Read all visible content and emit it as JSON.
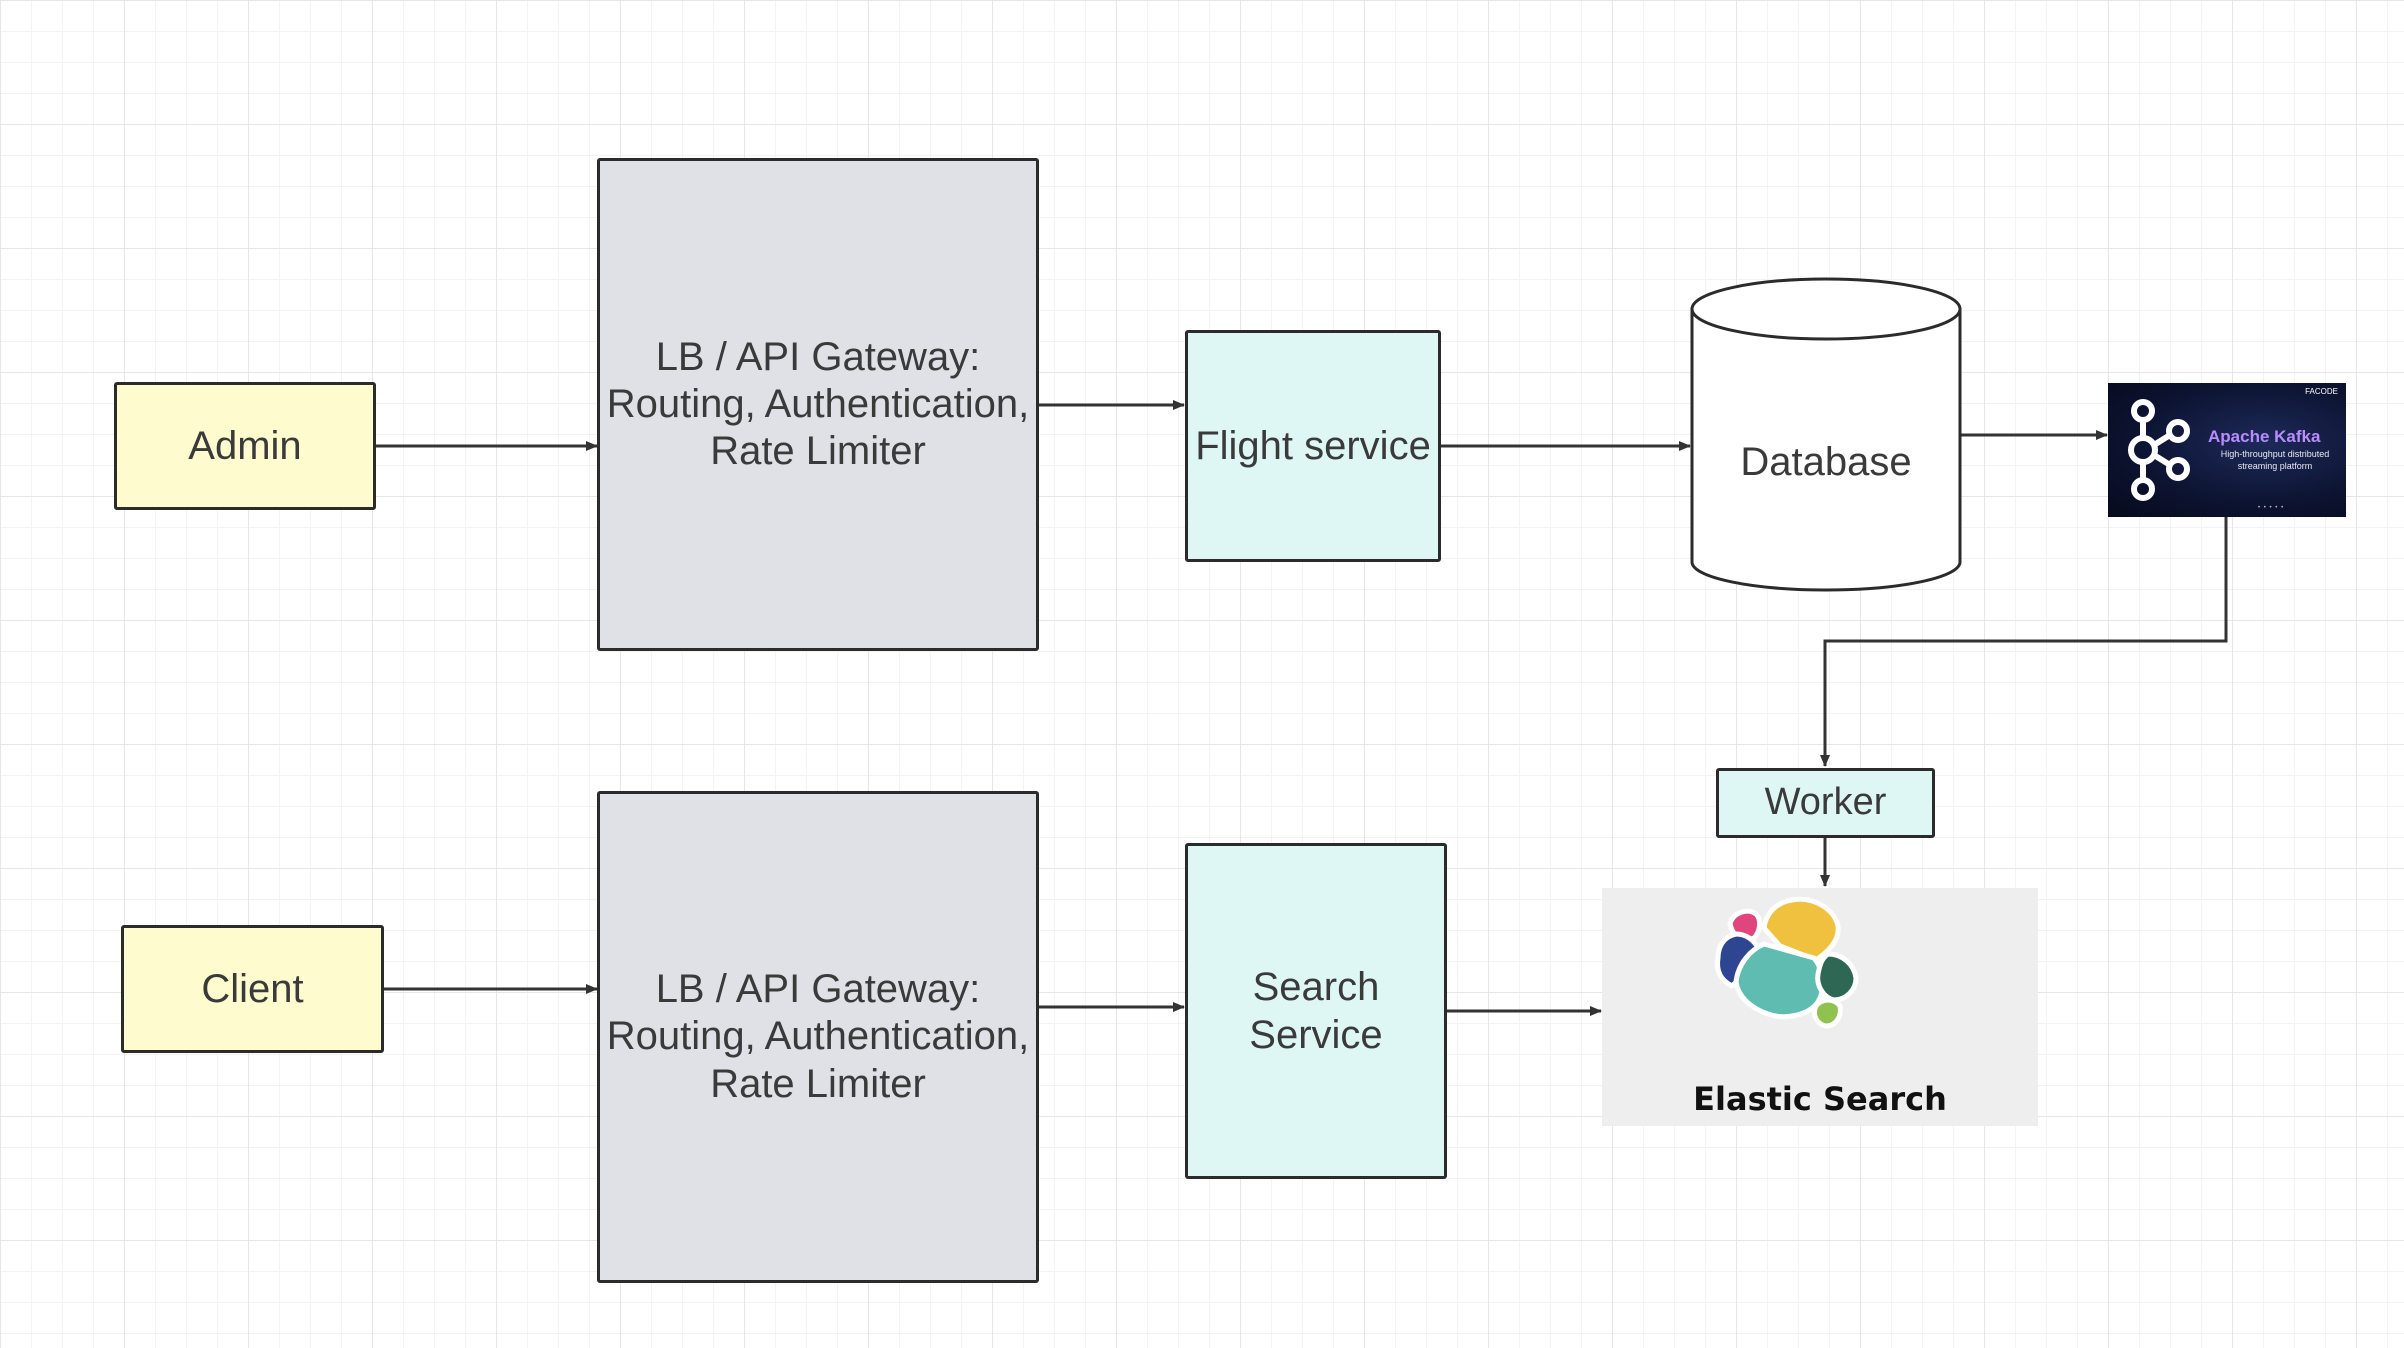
{
  "diagram": {
    "nodes": {
      "admin": {
        "label": "Admin",
        "fill": "#fefcce"
      },
      "client": {
        "label": "Client",
        "fill": "#fefcce"
      },
      "gateway_top": {
        "label": "LB / API Gateway:\nRouting, Authentication,\nRate Limiter",
        "fill": "#dfe1e6"
      },
      "gateway_bottom": {
        "label": "LB / API Gateway:\nRouting, Authentication,\nRate Limiter",
        "fill": "#dfe1e6"
      },
      "flight_service": {
        "label": "Flight service",
        "fill": "#def6f4"
      },
      "search_service": {
        "label": "Search\nService",
        "fill": "#def6f4"
      },
      "database": {
        "label": "Database",
        "shape": "cylinder"
      },
      "worker": {
        "label": "Worker",
        "fill": "#def6f4"
      },
      "kafka": {
        "title": "Apache Kafka",
        "subtitle": "High-throughput distributed streaming platform",
        "badge": "FACODE",
        "icon": "kafka-logo-icon"
      },
      "elastic_search": {
        "label": "Elastic Search",
        "icon": "elastic-search-logo-icon"
      }
    },
    "edges": [
      {
        "from": "admin",
        "to": "gateway_top"
      },
      {
        "from": "gateway_top",
        "to": "flight_service"
      },
      {
        "from": "flight_service",
        "to": "database"
      },
      {
        "from": "database",
        "to": "kafka"
      },
      {
        "from": "kafka",
        "to": "worker"
      },
      {
        "from": "worker",
        "to": "elastic_search"
      },
      {
        "from": "client",
        "to": "gateway_bottom"
      },
      {
        "from": "gateway_bottom",
        "to": "search_service"
      },
      {
        "from": "search_service",
        "to": "elastic_search"
      }
    ]
  }
}
